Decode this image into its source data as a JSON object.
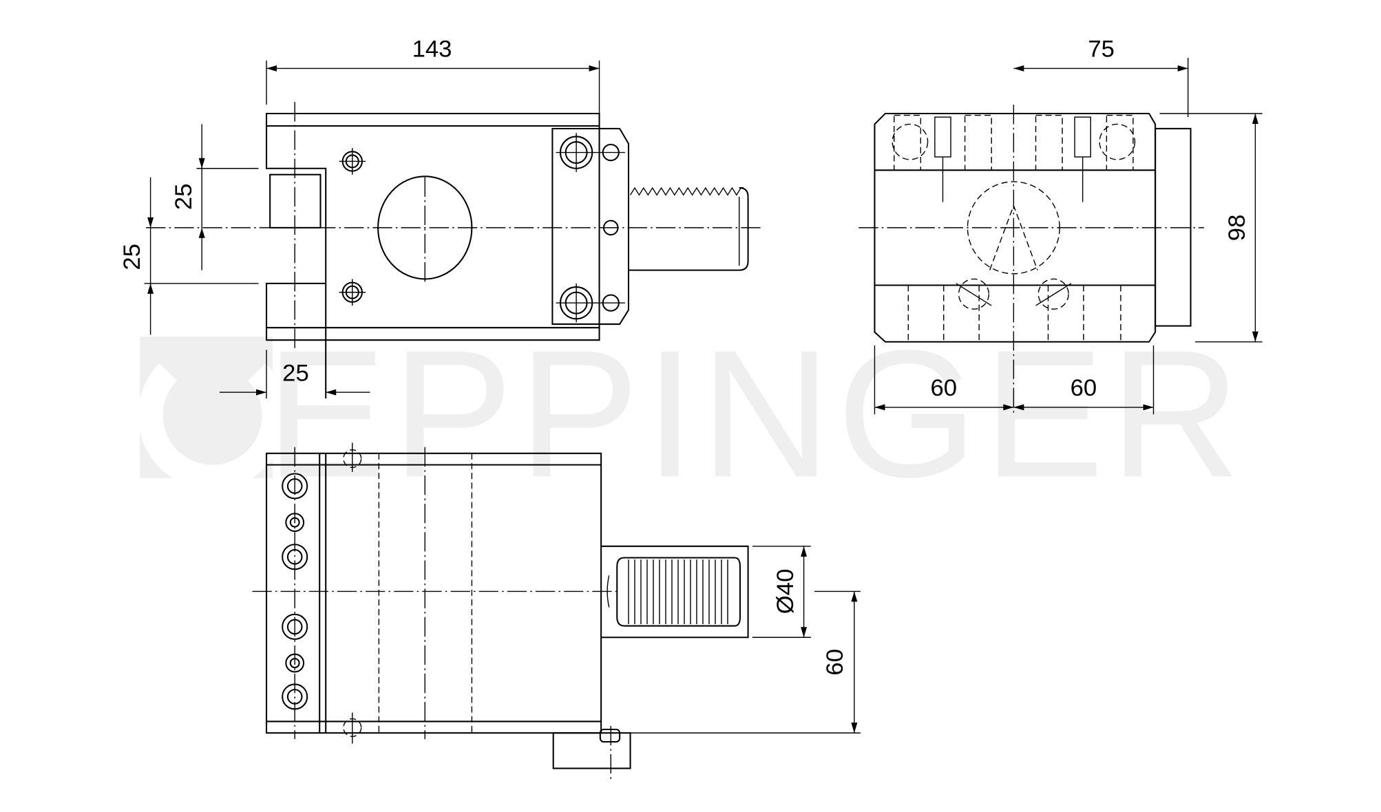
{
  "watermark": {
    "brand": "EPPINGER"
  },
  "front_view": {
    "dim_length": "143",
    "dim_upper_offset": "25",
    "dim_lower_offset": "25",
    "dim_slot_width": "25"
  },
  "side_view": {
    "dim_half_width": "75",
    "dim_height": "98",
    "dim_left_60": "60",
    "dim_right_60": "60"
  },
  "top_view": {
    "dim_shank_diameter": "Ø40",
    "dim_center_height": "60"
  }
}
